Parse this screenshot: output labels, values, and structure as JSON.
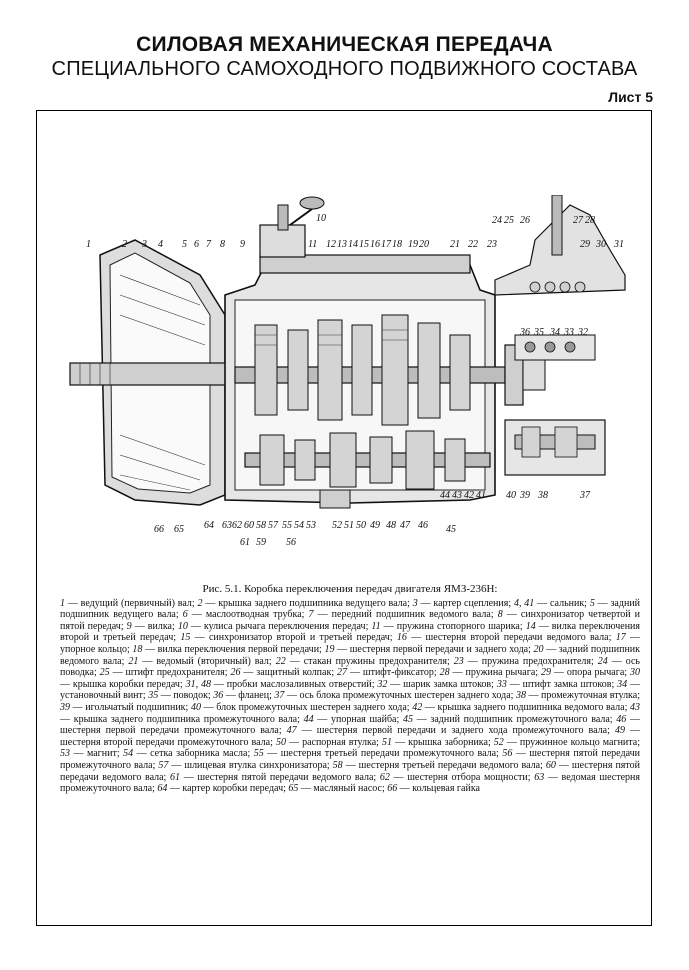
{
  "header": {
    "title": "СИЛОВАЯ МЕХАНИЧЕСКАЯ ПЕРЕДАЧА",
    "subtitle": "СПЕЦИАЛЬНОГО САМОХОДНОГО ПОДВИЖНОГО СОСТАВА",
    "sheet": "Лист 5"
  },
  "figure": {
    "caption_title": "Рис. 5.1. Коробка переключения передач двигателя ЯМЗ-236Н:",
    "callouts_top": [
      "1",
      "2",
      "3",
      "4",
      "5",
      "6",
      "7",
      "8",
      "9",
      "10",
      "11",
      "12",
      "13",
      "14",
      "15",
      "16",
      "17",
      "18",
      "19",
      "20",
      "21",
      "22",
      "23",
      "24",
      "25",
      "26",
      "27",
      "28",
      "29",
      "30",
      "31"
    ],
    "callouts_bottom": [
      "66",
      "65",
      "64",
      "63",
      "62",
      "60",
      "58",
      "57",
      "55",
      "54",
      "53",
      "52",
      "51",
      "50",
      "49",
      "48",
      "47",
      "46",
      "45",
      "44",
      "43",
      "42",
      "41",
      "40",
      "39",
      "38",
      "37",
      "36",
      "35",
      "34",
      "33",
      "32",
      "61",
      "59",
      "56"
    ],
    "legend": [
      {
        "n": "1",
        "t": "ведущий (первичный) вал;"
      },
      {
        "n": "2",
        "t": "крышка заднего подшипника ведущего вала;"
      },
      {
        "n": "3",
        "t": "картер сцепления;"
      },
      {
        "n": "4, 41",
        "t": "сальник;"
      },
      {
        "n": "5",
        "t": "задний подшипник ведущего вала;"
      },
      {
        "n": "6",
        "t": "маслоотводная трубка;"
      },
      {
        "n": "7",
        "t": "передний подшипник ведомого вала;"
      },
      {
        "n": "8",
        "t": "синхронизатор четвертой и пятой передач;"
      },
      {
        "n": "9",
        "t": "вилка;"
      },
      {
        "n": "10",
        "t": "кулиса рычага переключения передач;"
      },
      {
        "n": "11",
        "t": "пружина стопорного шарика;"
      },
      {
        "n": "14",
        "t": "вилка переключения второй и третьей передач;"
      },
      {
        "n": "15",
        "t": "синхронизатор второй и третьей передач;"
      },
      {
        "n": "16",
        "t": "шестерня второй передачи ведомого вала;"
      },
      {
        "n": "17",
        "t": "упорное кольцо;"
      },
      {
        "n": "18",
        "t": "вилка переключения первой передачи;"
      },
      {
        "n": "19",
        "t": "шестерня первой передачи и заднего хода;"
      },
      {
        "n": "20",
        "t": "задний подшипник ведомого вала;"
      },
      {
        "n": "21",
        "t": "ведомый (вторичный) вал;"
      },
      {
        "n": "22",
        "t": "стакан пружины предохранителя;"
      },
      {
        "n": "23",
        "t": "пружина предохранителя;"
      },
      {
        "n": "24",
        "t": "ось поводка;"
      },
      {
        "n": "25",
        "t": "штифт предохранителя;"
      },
      {
        "n": "26",
        "t": "защитный колпак;"
      },
      {
        "n": "27",
        "t": "штифт-фиксатор;"
      },
      {
        "n": "28",
        "t": "пружина рычага;"
      },
      {
        "n": "29",
        "t": "опора рычага;"
      },
      {
        "n": "30",
        "t": "крышка коробки передач;"
      },
      {
        "n": "31, 48",
        "t": "пробки маслозаливных отверстий;"
      },
      {
        "n": "32",
        "t": "шарик замка штоков;"
      },
      {
        "n": "33",
        "t": "штифт замка штоков;"
      },
      {
        "n": "34",
        "t": "установочный винт;"
      },
      {
        "n": "35",
        "t": "поводок;"
      },
      {
        "n": "36",
        "t": "фланец;"
      },
      {
        "n": "37",
        "t": "ось блока промежуточных шестерен заднего хода;"
      },
      {
        "n": "38",
        "t": "промежуточная втулка;"
      },
      {
        "n": "39",
        "t": "игольчатый подшипник;"
      },
      {
        "n": "40",
        "t": "блок промежуточных шестерен заднего хода;"
      },
      {
        "n": "42",
        "t": "крышка заднего подшипника ведомого вала;"
      },
      {
        "n": "43",
        "t": "крышка заднего подшипника промежуточного вала;"
      },
      {
        "n": "44",
        "t": "упорная шайба;"
      },
      {
        "n": "45",
        "t": "задний подшипник промежуточного вала;"
      },
      {
        "n": "46",
        "t": "шестерня первой передачи промежуточного вала;"
      },
      {
        "n": "47",
        "t": "шестерня первой передачи и заднего хода промежуточного вала;"
      },
      {
        "n": "49",
        "t": "шестерня второй передачи промежуточного вала;"
      },
      {
        "n": "50",
        "t": "распорная втулка;"
      },
      {
        "n": "51",
        "t": "крышка заборника;"
      },
      {
        "n": "52",
        "t": "пружинное кольцо магнита;"
      },
      {
        "n": "53",
        "t": "магнит;"
      },
      {
        "n": "54",
        "t": "сетка заборника масла;"
      },
      {
        "n": "55",
        "t": "шестерня третьей передачи промежуточного вала;"
      },
      {
        "n": "56",
        "t": "шестерня пятой передачи промежуточного вала;"
      },
      {
        "n": "57",
        "t": "шлицевая втулка синхронизатора;"
      },
      {
        "n": "58",
        "t": "шестерня третьей передачи ведомого вала;"
      },
      {
        "n": "60",
        "t": "шестерня пятой передачи ведомого вала;"
      },
      {
        "n": "61",
        "t": "шестерня пятой передачи ведомого вала;"
      },
      {
        "n": "62",
        "t": "шестерня отбора мощности;"
      },
      {
        "n": "63",
        "t": "ведомая шестерня промежуточного вала;"
      },
      {
        "n": "64",
        "t": "картер коробки передач;"
      },
      {
        "n": "65",
        "t": "масляный насос;"
      },
      {
        "n": "66",
        "t": "кольцевая гайка"
      }
    ]
  }
}
